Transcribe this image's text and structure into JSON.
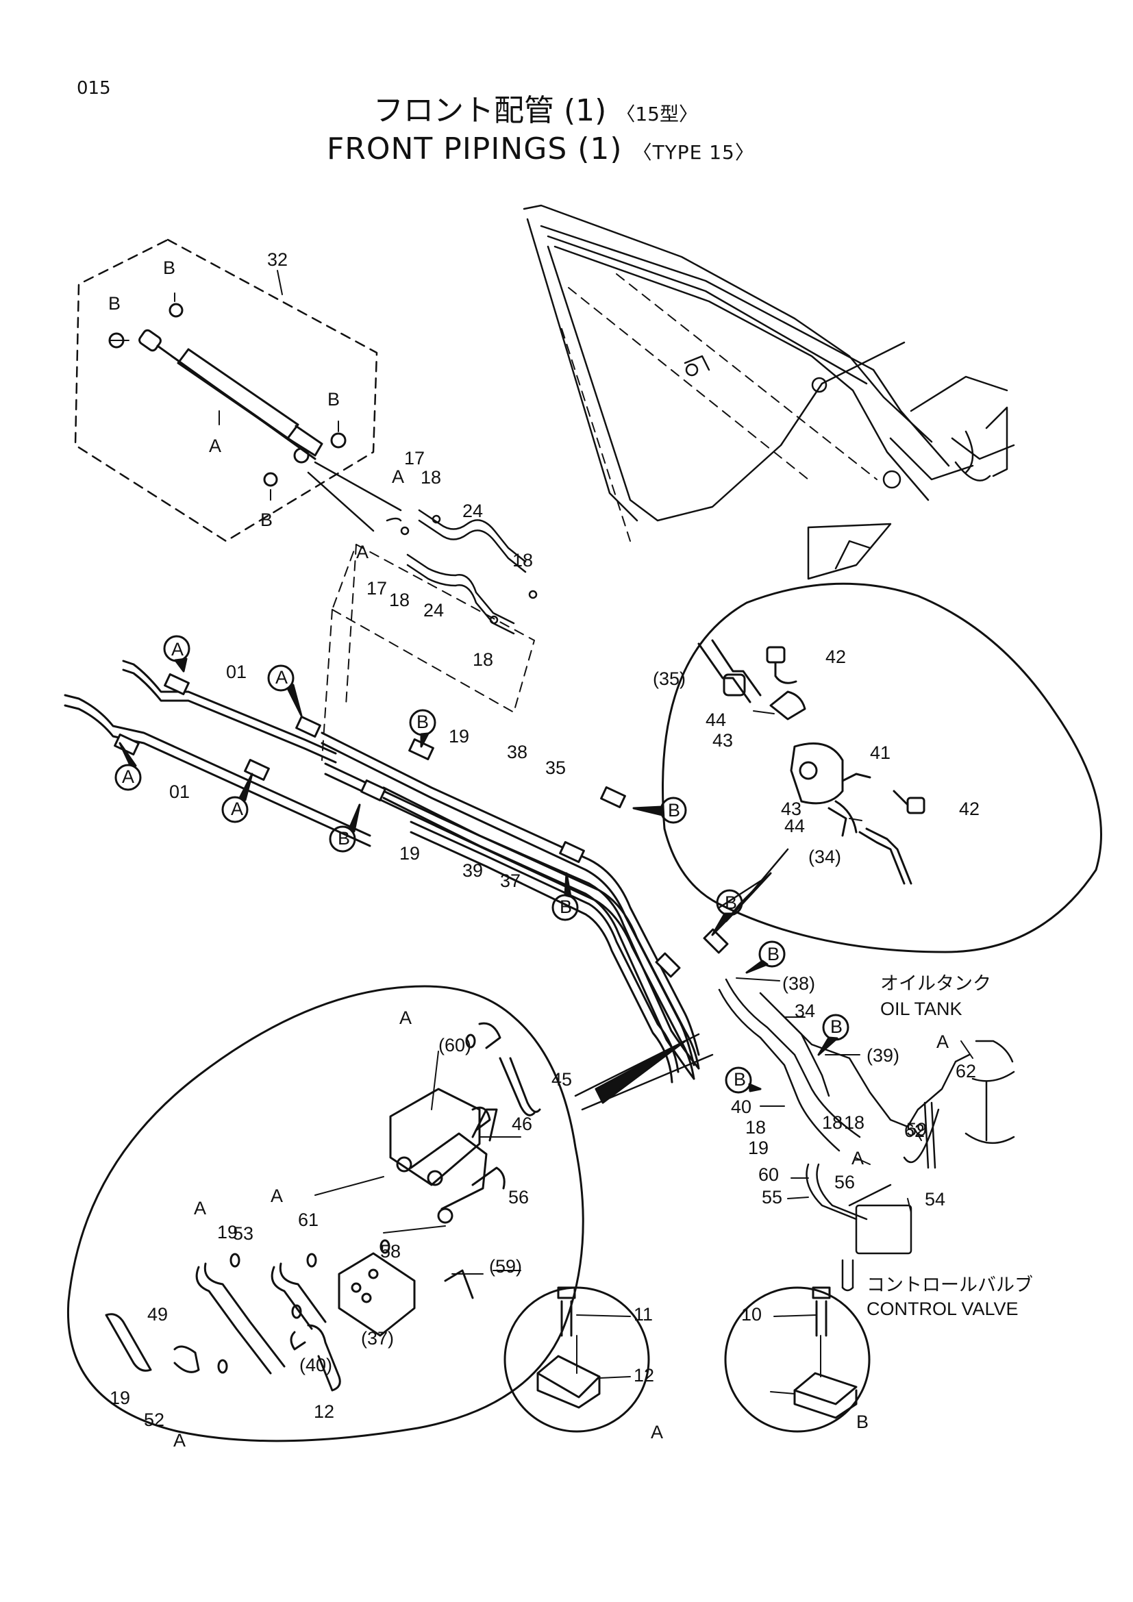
{
  "page": {
    "number": "015",
    "title_jp": "フロント配管 (1)",
    "title_jp_note": "〈15型〉",
    "title_en": "FRONT PIPINGS (1)",
    "title_en_note": "〈TYPE 15〉"
  },
  "callouts": {
    "oil_tank_jp": "オイルタンク",
    "oil_tank_en": "OIL TANK",
    "control_valve_jp": "コントロールバルブ",
    "control_valve_en": "CONTROL VALVE",
    "detail_a": "A",
    "detail_b": "B"
  },
  "part_labels": [
    "32",
    "B",
    "B",
    "A",
    "B",
    "B",
    "17",
    "A",
    "18",
    "24",
    "A",
    "17",
    "18",
    "24",
    "18",
    "18",
    "01",
    "01",
    "A",
    "A",
    "A",
    "A",
    "B",
    "19",
    "38",
    "35",
    "B",
    "B",
    "19",
    "39",
    "37",
    "B",
    "(35)",
    "42",
    "44",
    "43",
    "41",
    "43",
    "42",
    "44",
    "(34)",
    "B",
    "B",
    "(38)",
    "34",
    "B",
    "(39)",
    "B",
    "40",
    "18",
    "19",
    "18",
    "18",
    "62",
    "60",
    "55",
    "A",
    "56",
    "A",
    "62",
    "59",
    "54",
    "A",
    "(60)",
    "45",
    "46",
    "56",
    "A",
    "53",
    "A",
    "61",
    "58",
    "(59)",
    "49",
    "(37)",
    "19",
    "52",
    "A",
    "19",
    "(40)",
    "12",
    "11",
    "12",
    "10"
  ]
}
